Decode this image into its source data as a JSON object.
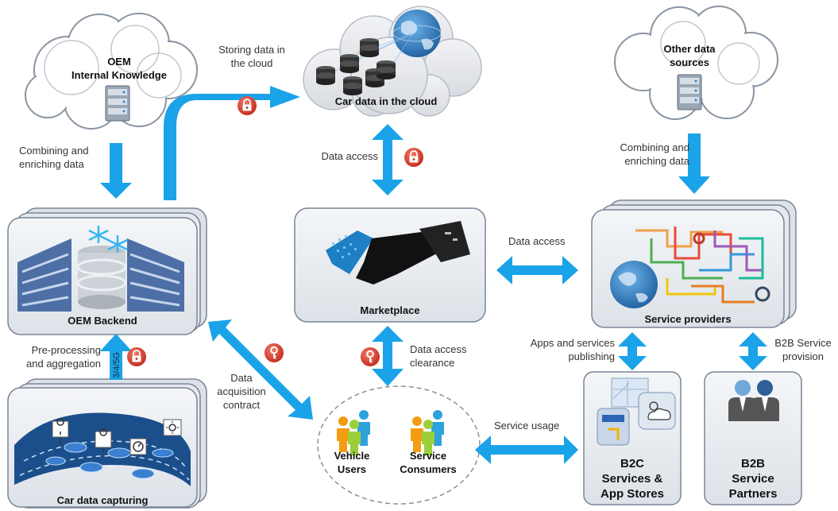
{
  "nodes": {
    "oem_knowledge": "OEM\nInternal Knowledge",
    "cloud": "Car data in the cloud",
    "other_sources": "Other data\nsources",
    "oem_backend": "OEM Backend",
    "marketplace": "Marketplace",
    "service_providers": "Service providers",
    "car_capturing": "Car data capturing",
    "vehicle_users": "Vehicle\nUsers",
    "service_consumers": "Service\nConsumers",
    "b2c": "B2C\nServices &\nApp Stores",
    "b2b": "B2B\nService\nPartners"
  },
  "edges": {
    "storing": "Storing data in\nthe cloud",
    "combining_left": "Combining and\nenriching data",
    "combining_right": "Combining and\nenriching data",
    "data_access_cloud": "Data access",
    "data_access_sp": "Data access",
    "preprocessing": "Pre-processing\nand aggregation",
    "network": "3/4/5G",
    "data_acquisition": "Data\nacquisition\ncontract",
    "clearance": "Data access\nclearance",
    "apps_publishing": "Apps and services\npublishing",
    "b2b_provision": "B2B Service\nprovision",
    "service_usage": "Service usage"
  },
  "icons": {
    "lock": "lock-icon",
    "key": "key-icon",
    "server": "server-icon",
    "database": "database-icon",
    "globe": "globe-icon",
    "handshake": "handshake-icon",
    "person": "person-icon",
    "businessman": "businessman-icon",
    "map": "map-icon",
    "weather": "weather-icon",
    "car": "car-icon"
  },
  "colors": {
    "arrow": "#1aa3e8",
    "lock": "#d93a2b",
    "box_fill": "#e9edf2",
    "box_stroke": "#7a8595"
  }
}
